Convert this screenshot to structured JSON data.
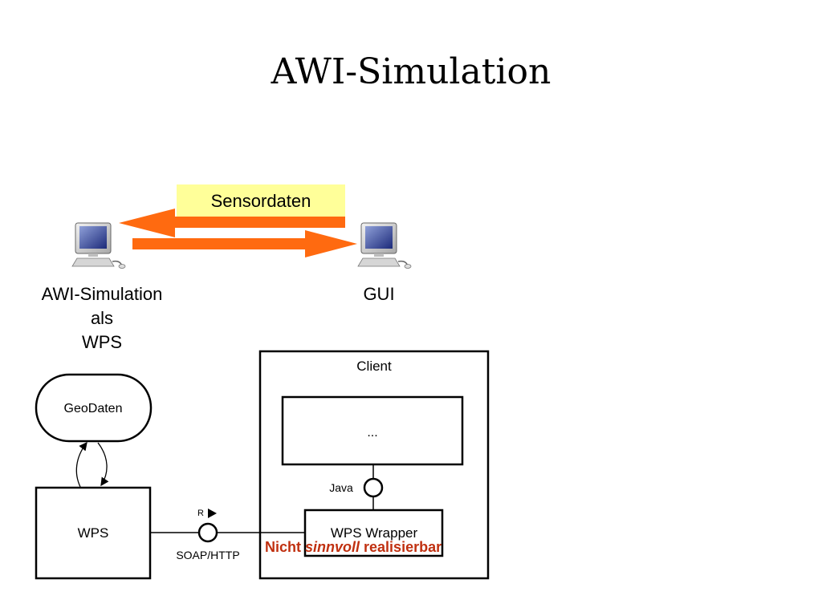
{
  "slide": {
    "title": "AWI-Simulation"
  },
  "top_diagram": {
    "banner": "Sensordaten",
    "left_computer": {
      "icon": "desktop-computer-icon",
      "label_lines": [
        "AWI-Simulation",
        "als",
        "WPS"
      ]
    },
    "right_computer": {
      "icon": "desktop-computer-icon",
      "label": "GUI"
    },
    "colors": {
      "arrow": "#ff6a10",
      "banner_bg": "#ffff99"
    }
  },
  "uml_diagram": {
    "geodata": "GeoDaten",
    "wps": "WPS",
    "client": "Client",
    "inner_component": "...",
    "java_interface": "Java",
    "role_marker": "R",
    "protocol": "SOAP/HTTP",
    "wrapper": "WPS Wrapper",
    "warning": {
      "part1": "Nicht ",
      "part2": "sinnvoll",
      "part3": " realisierbar",
      "color": "#c03010"
    }
  }
}
